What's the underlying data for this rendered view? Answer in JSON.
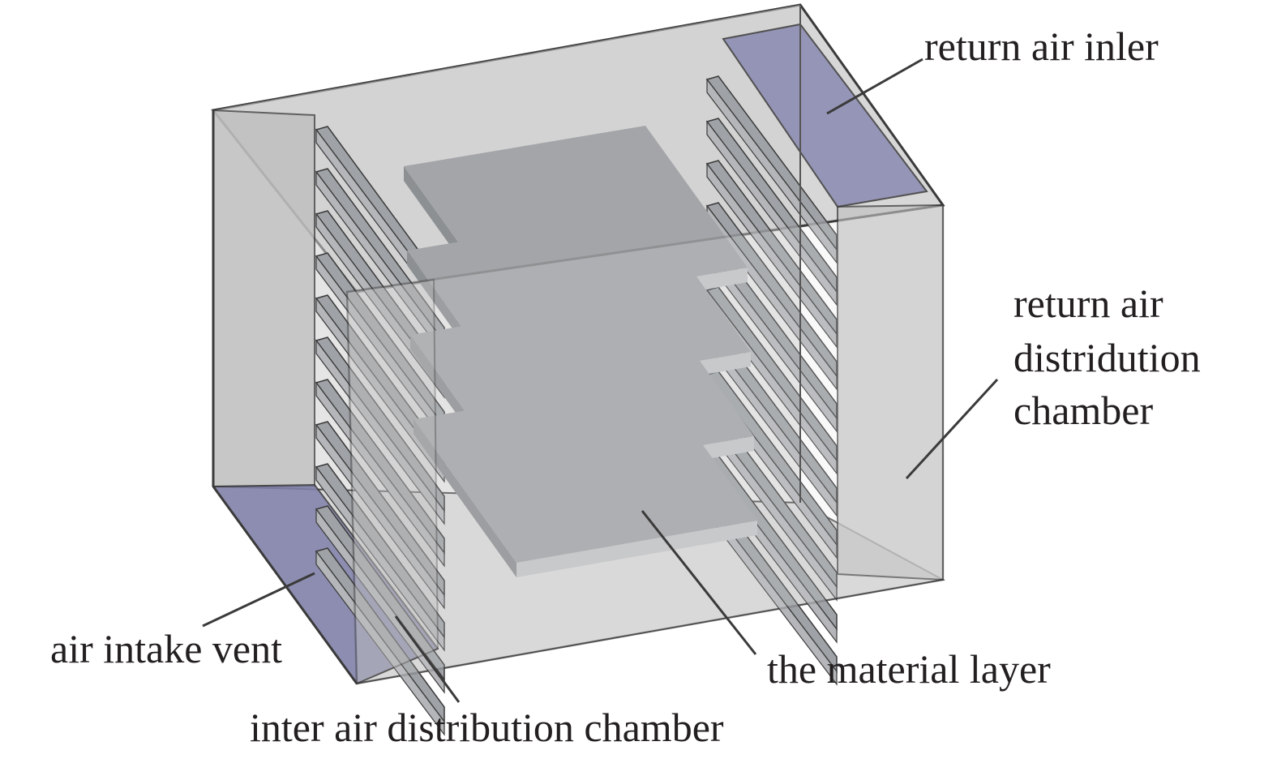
{
  "labels": {
    "return_air_inlet": "return air inler",
    "return_air_chamber_line1": "return air",
    "return_air_chamber_line2": "distridution",
    "return_air_chamber_line3": "chamber",
    "air_intake_vent": "air intake vent",
    "material_layer": "the material layer",
    "inter_air_chamber": "inter air distribution chamber"
  },
  "colors": {
    "box_fill": "#d9d9d9",
    "box_edge": "#3a3a3a",
    "vent_fill": "#8c8cb4",
    "tray_top": "#a3a5a8",
    "tray_edge": "#c2c4c6",
    "fin": "#9fa2a6",
    "leader": "#3a3a3a"
  },
  "counts": {
    "material_trays": 4,
    "left_fins": 11,
    "right_fins": 11
  }
}
